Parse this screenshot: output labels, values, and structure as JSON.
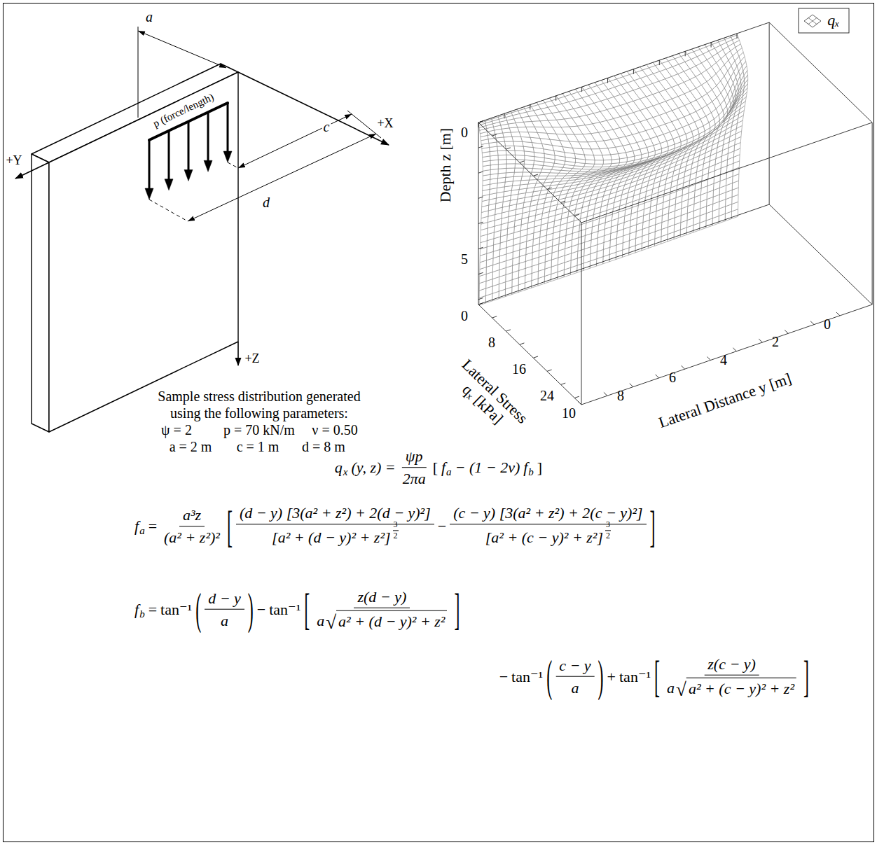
{
  "diagram": {
    "labels": [
      "a",
      "p (force/length)",
      "c",
      "+X",
      "+Y",
      "d",
      "+Z",
      "Sample stress distribution generated using the following parameters:",
      "ψ = 2",
      "p = 70 kN/m",
      "ν = 0.50",
      "a = 2 m",
      "c = 1 m",
      "d = 8 m",
      "0",
      "5",
      "Depth z [m]",
      "0",
      "8",
      "16",
      "24",
      "Lateral Stress qₓ [kPa]",
      "10",
      "8",
      "6",
      "4",
      "2",
      "0",
      "Lateral Distance y [m]",
      "q",
      "x",
      "(y, z) =",
      "ψp",
      "2πa",
      "[",
      "f",
      "a",
      "− (1 − 2ν)",
      "f",
      "b",
      "]",
      "f",
      "a",
      "=",
      "a³z",
      "(a² + z²)²",
      "[",
      "(d − y) [3(a² + z²) + 2(d − y)²]",
      "[a² + (d − y)² + z²]",
      "3",
      "2",
      "−",
      "(c − y) [3(a² + z²) + 2(c − y)²]",
      "[a² + (c − y)² + z²]",
      "3",
      "2",
      "]",
      "f",
      "b",
      "=",
      "tan⁻¹",
      "(",
      "d − y",
      "a",
      ")",
      "−",
      "tan⁻¹",
      "[",
      "z(d − y)",
      "a",
      "√",
      "a² + (d − y)² + z²",
      "]",
      "−",
      "tan⁻¹",
      "(",
      "c − y",
      "a",
      ")",
      "+",
      "tan⁻¹",
      "[",
      "z(c − y)",
      "a",
      "√",
      "a² + (c − y)² + z²",
      "]"
    ],
    "legend": [
      {
        "text": "qₓ"
      }
    ]
  }
}
